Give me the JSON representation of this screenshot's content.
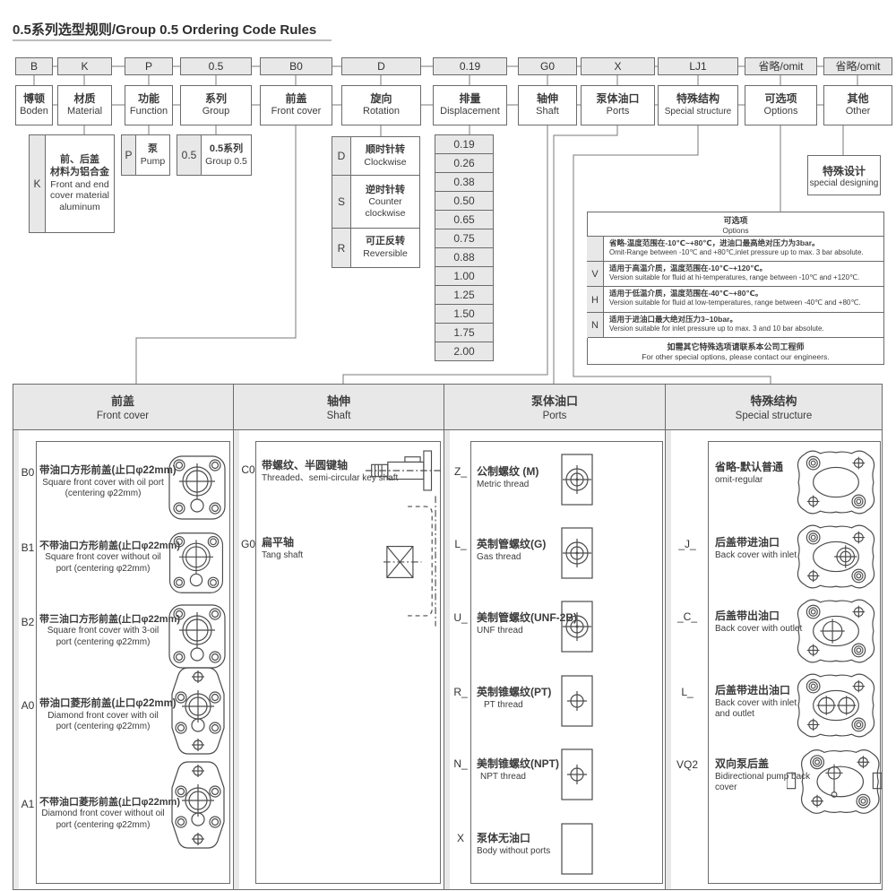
{
  "title": "0.5系列选型规则/Group 0.5 Ordering Code Rules",
  "columns": [
    {
      "code": "B",
      "zh": "博顿",
      "en": "Boden"
    },
    {
      "code": "K",
      "zh": "材质",
      "en": "Material"
    },
    {
      "code": "P",
      "zh": "功能",
      "en": "Function"
    },
    {
      "code": "0.5",
      "zh": "系列",
      "en": "Group"
    },
    {
      "code": "B0",
      "zh": "前盖",
      "en": "Front cover"
    },
    {
      "code": "D",
      "zh": "旋向",
      "en": "Rotation"
    },
    {
      "code": "0.19",
      "zh": "排量",
      "en": "Displacement"
    },
    {
      "code": "G0",
      "zh": "轴伸",
      "en": "Shaft"
    },
    {
      "code": "X",
      "zh": "泵体油口",
      "en": "Ports"
    },
    {
      "code": "LJ1",
      "zh": "特殊结构",
      "en": "Special structure"
    },
    {
      "code": "省略/omit",
      "zh": "可选项",
      "en": "Options"
    },
    {
      "code": "省略/omit",
      "zh": "其他",
      "en": "Other"
    }
  ],
  "material": {
    "code": "K",
    "zh": "前、后盖\n材料为铝合金",
    "en": "Front and end cover material aluminum"
  },
  "func": {
    "code": "P",
    "zh": "泵",
    "en": "Pump"
  },
  "group": {
    "code": "0.5",
    "zh": "0.5系列",
    "en": "Group 0.5"
  },
  "rotation": {
    "rows": [
      {
        "code": "D",
        "zh": "顺时针转",
        "en": "Clockwise"
      },
      {
        "code": "S",
        "zh": "逆时针转",
        "en": "Counter clockwise"
      },
      {
        "code": "R",
        "zh": "可正反转",
        "en": "Reversible"
      }
    ]
  },
  "disp": {
    "values": [
      "0.19",
      "0.26",
      "0.38",
      "0.50",
      "0.65",
      "0.75",
      "0.88",
      "1.00",
      "1.25",
      "1.50",
      "1.75",
      "2.00"
    ]
  },
  "special_design": {
    "zh": "特殊设计",
    "en": "special designing"
  },
  "options": {
    "title_zh": "可选项",
    "title_en": "Options",
    "rows": [
      {
        "code": "",
        "zh": "省略-温度范围在-10℃~+80℃，进油口最高绝对压力为3bar。",
        "en": "Omit-Range between -10℃ and +80℃,inlet pressure up to max. 3 bar absolute."
      },
      {
        "code": "V",
        "zh": "适用于高温介质，温度范围在-10℃~+120℃。",
        "en": "Version suitable for fluid at hi-temperatures, range between -10℃ and +120℃."
      },
      {
        "code": "H",
        "zh": "适用于低温介质，温度范围在-40℃~+80℃。",
        "en": "Version suitable for fluid at low-temperatures, range between -40℃ and +80℃."
      },
      {
        "code": "N",
        "zh": "适用于进油口最大绝对压力3~10bar。",
        "en": "Version suitable for inlet pressure up to max. 3 and 10 bar absolute."
      }
    ],
    "footer_zh": "如需其它特殊选项请联系本公司工程师",
    "footer_en": "For other special options, please contact our engineers."
  },
  "table": {
    "front_cover": {
      "header_zh": "前盖",
      "header_en": "Front cover",
      "rows": [
        {
          "code": "B0",
          "zh": "带油口方形前盖(止口φ22mm)",
          "en": "Square front cover with oil port (centering φ22mm)"
        },
        {
          "code": "B1",
          "zh": "不带油口方形前盖(止口φ22mm)",
          "en": "Square front cover without oil port (centering φ22mm)"
        },
        {
          "code": "B2",
          "zh": "带三油口方形前盖(止口φ22mm)",
          "en": "Square front cover with 3-oil port (centering φ22mm)"
        },
        {
          "code": "A0",
          "zh": "带油口菱形前盖(止口φ22mm)",
          "en": "Diamond front cover with oil port (centering φ22mm)"
        },
        {
          "code": "A1",
          "zh": "不带油口菱形前盖(止口φ22mm)",
          "en": "Diamond front cover without oil port (centering φ22mm)"
        }
      ]
    },
    "shaft": {
      "header_zh": "轴伸",
      "header_en": "Shaft",
      "rows": [
        {
          "code": "C0",
          "zh": "带螺纹、半圆键轴",
          "en": "Threaded、semi-circular key shaft"
        },
        {
          "code": "G0",
          "zh": "扁平轴",
          "en": "Tang shaft"
        }
      ]
    },
    "ports": {
      "header_zh": "泵体油口",
      "header_en": "Ports",
      "rows": [
        {
          "code": "Z_",
          "zh": "公制螺纹 (M)",
          "en": "Metric thread"
        },
        {
          "code": "L_",
          "zh": "英制管螺纹(G)",
          "en": "Gas thread"
        },
        {
          "code": "U_",
          "zh": "美制管螺纹(UNF-2B)",
          "en": "UNF thread"
        },
        {
          "code": "R_",
          "zh": "英制锥螺纹(PT)",
          "en": "PT thread"
        },
        {
          "code": "N_",
          "zh": "美制锥螺纹(NPT)",
          "en": "NPT thread"
        },
        {
          "code": "X",
          "zh": "泵体无油口",
          "en": "Body without ports"
        }
      ]
    },
    "special": {
      "header_zh": "特殊结构",
      "header_en": "Special structure",
      "rows": [
        {
          "code": "",
          "zh": "省略-默认普通",
          "en": "omit-regular"
        },
        {
          "code": "_J_",
          "zh": "后盖带进油口",
          "en": "Back cover with inlet"
        },
        {
          "code": "_C_",
          "zh": "后盖带出油口",
          "en": "Back cover with outlet"
        },
        {
          "code": "L_",
          "zh": "后盖带进出油口",
          "en": "Back cover with inlet and outlet"
        },
        {
          "code": "VQ2",
          "zh": "双向泵后盖",
          "en": "Bidirectional pump back cover"
        }
      ]
    }
  }
}
